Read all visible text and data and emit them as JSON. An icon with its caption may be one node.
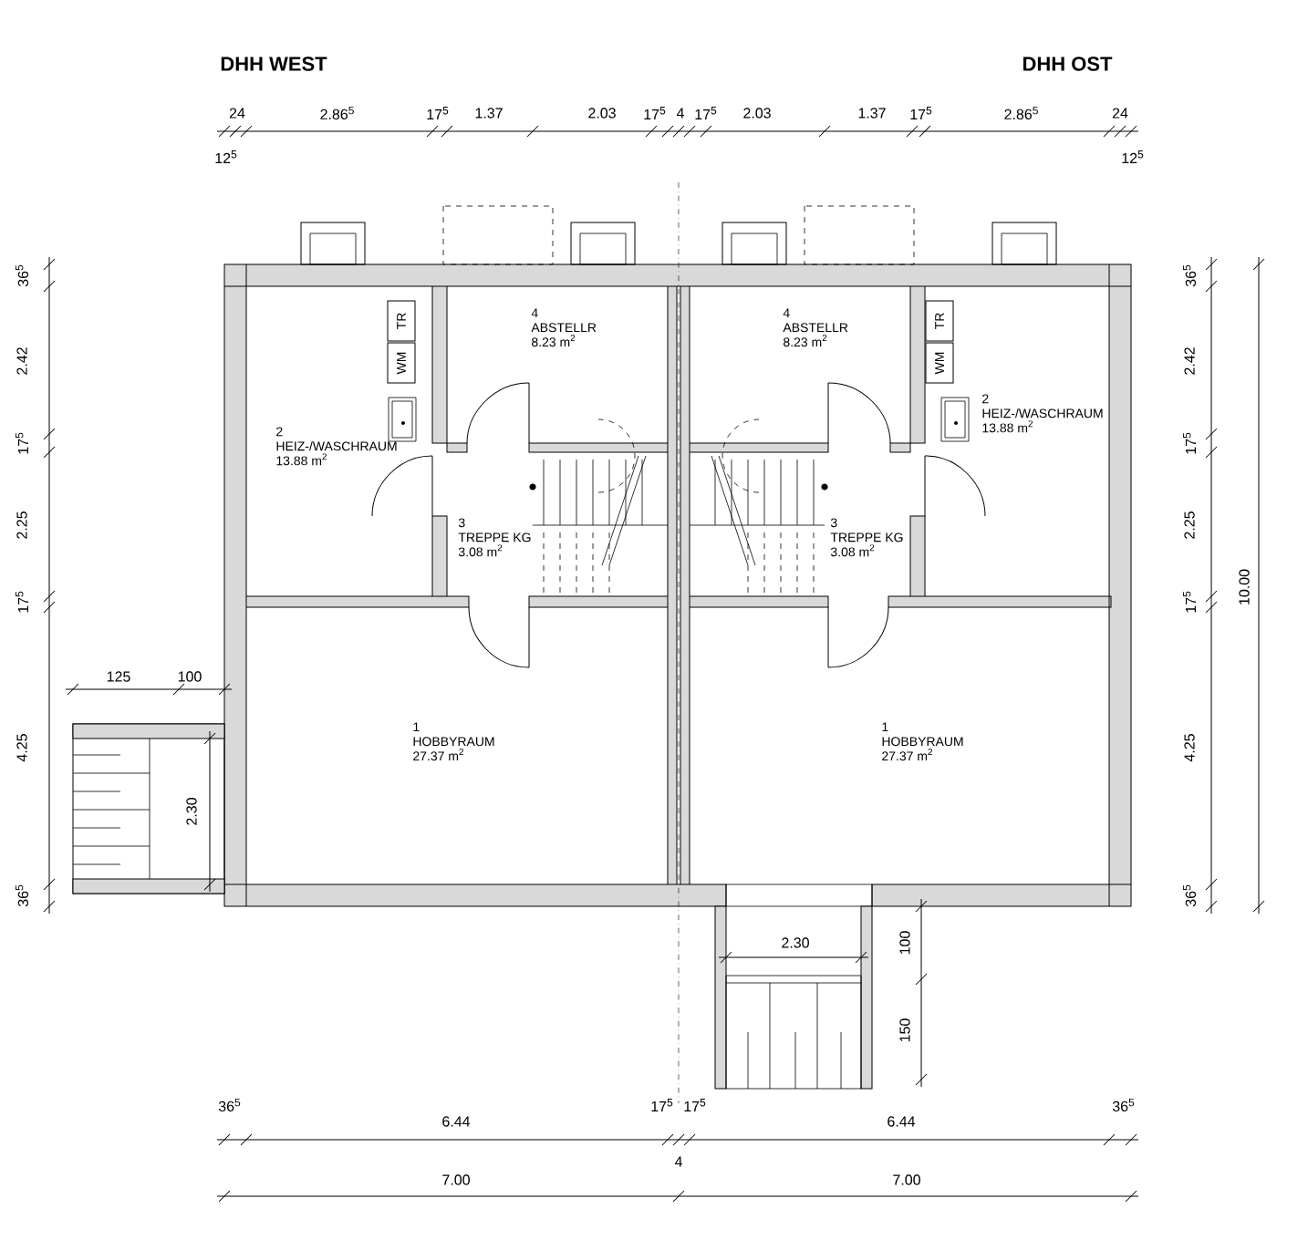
{
  "diagram": {
    "nodes": [
      {
        "text": [
          "4",
          "ABSTELLR",
          "8.23 m$^{2}$"
        ]
      },
      {
        "text": [
          "4",
          "ABSTELLR",
          "8.23 m$^{2}$"
        ]
      },
      {
        "text": [
          "2",
          "HEIZ-/WASCHRAUM",
          "13.88 m$^{2}$"
        ]
      },
      {
        "text": [
          "TR"
        ]
      },
      {
        "text": [
          "WM"
        ]
      },
      {
        "text": [
          "2",
          "HEIZ-/WASCHRAUM",
          "13.88 m$^{2}$"
        ]
      },
      {
        "text": [
          "TR"
        ]
      },
      {
        "text": [
          "WM"
        ]
      },
      {
        "text": [
          "3",
          "TREPPE KG",
          "3.08 m$^{2}$"
        ]
      },
      {
        "text": [
          "3",
          "TREPPE KG",
          "3.08 m$^{2}$"
        ]
      },
      {
        "text": [
          "1",
          "HOBBYRAUM",
          "27.37 m$^{2}$"
        ]
      },
      {
        "text": [
          "1",
          "HOBBYRAUM",
          "27.37 m$^{2}$"
        ]
      }
    ],
    "labels": [
      "DHH WEST",
      "DHH OST",
      "24",
      "2.86$^{5}$",
      "17$^{5}$",
      "1.37",
      "2.03",
      "17$^{5}$",
      "4",
      "17$^{5}$",
      "2.03",
      "1.37",
      "17$^{5}$",
      "2.86$^{5}$",
      "24",
      "12$^{5}$",
      "12$^{5}$",
      "36$^{5}$",
      "2.42",
      "17$^{5}$",
      "2.25",
      "17$^{5}$",
      "4.25",
      "36$^{5}$",
      "125",
      "100",
      "2.30",
      "36$^{5}$",
      "2.42",
      "17$^{5}$",
      "2.25",
      "17$^{5}$",
      "4.25",
      "36$^{5}$",
      "10.00",
      "2.30",
      "100",
      "150",
      "36$^{5}$",
      "6.44",
      "17$^{5}$",
      "17$^{5}$",
      "6.44",
      "36$^{5}$",
      "4",
      "7.00",
      "7.00"
    ]
  }
}
